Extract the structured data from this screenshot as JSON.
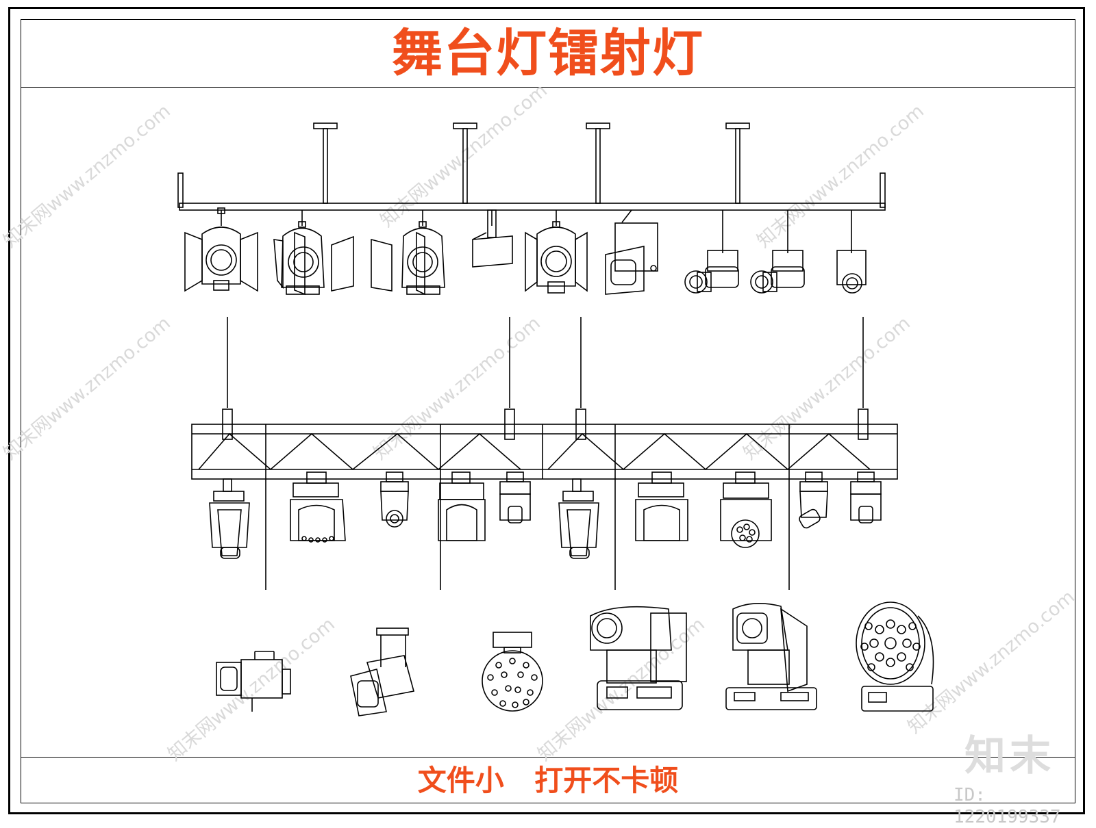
{
  "title": "舞台灯镭射灯",
  "footer": "文件小   打开不卡顿",
  "brand_logo": "知末",
  "asset_id": "ID: 1220199337",
  "watermark": "知末网www.znzmo.com",
  "colors": {
    "accent": "#f04e1c",
    "line": "#000000",
    "watermark": "#d9d9d9"
  },
  "icons": {
    "drawing": "stage-lighting-line-drawing"
  }
}
